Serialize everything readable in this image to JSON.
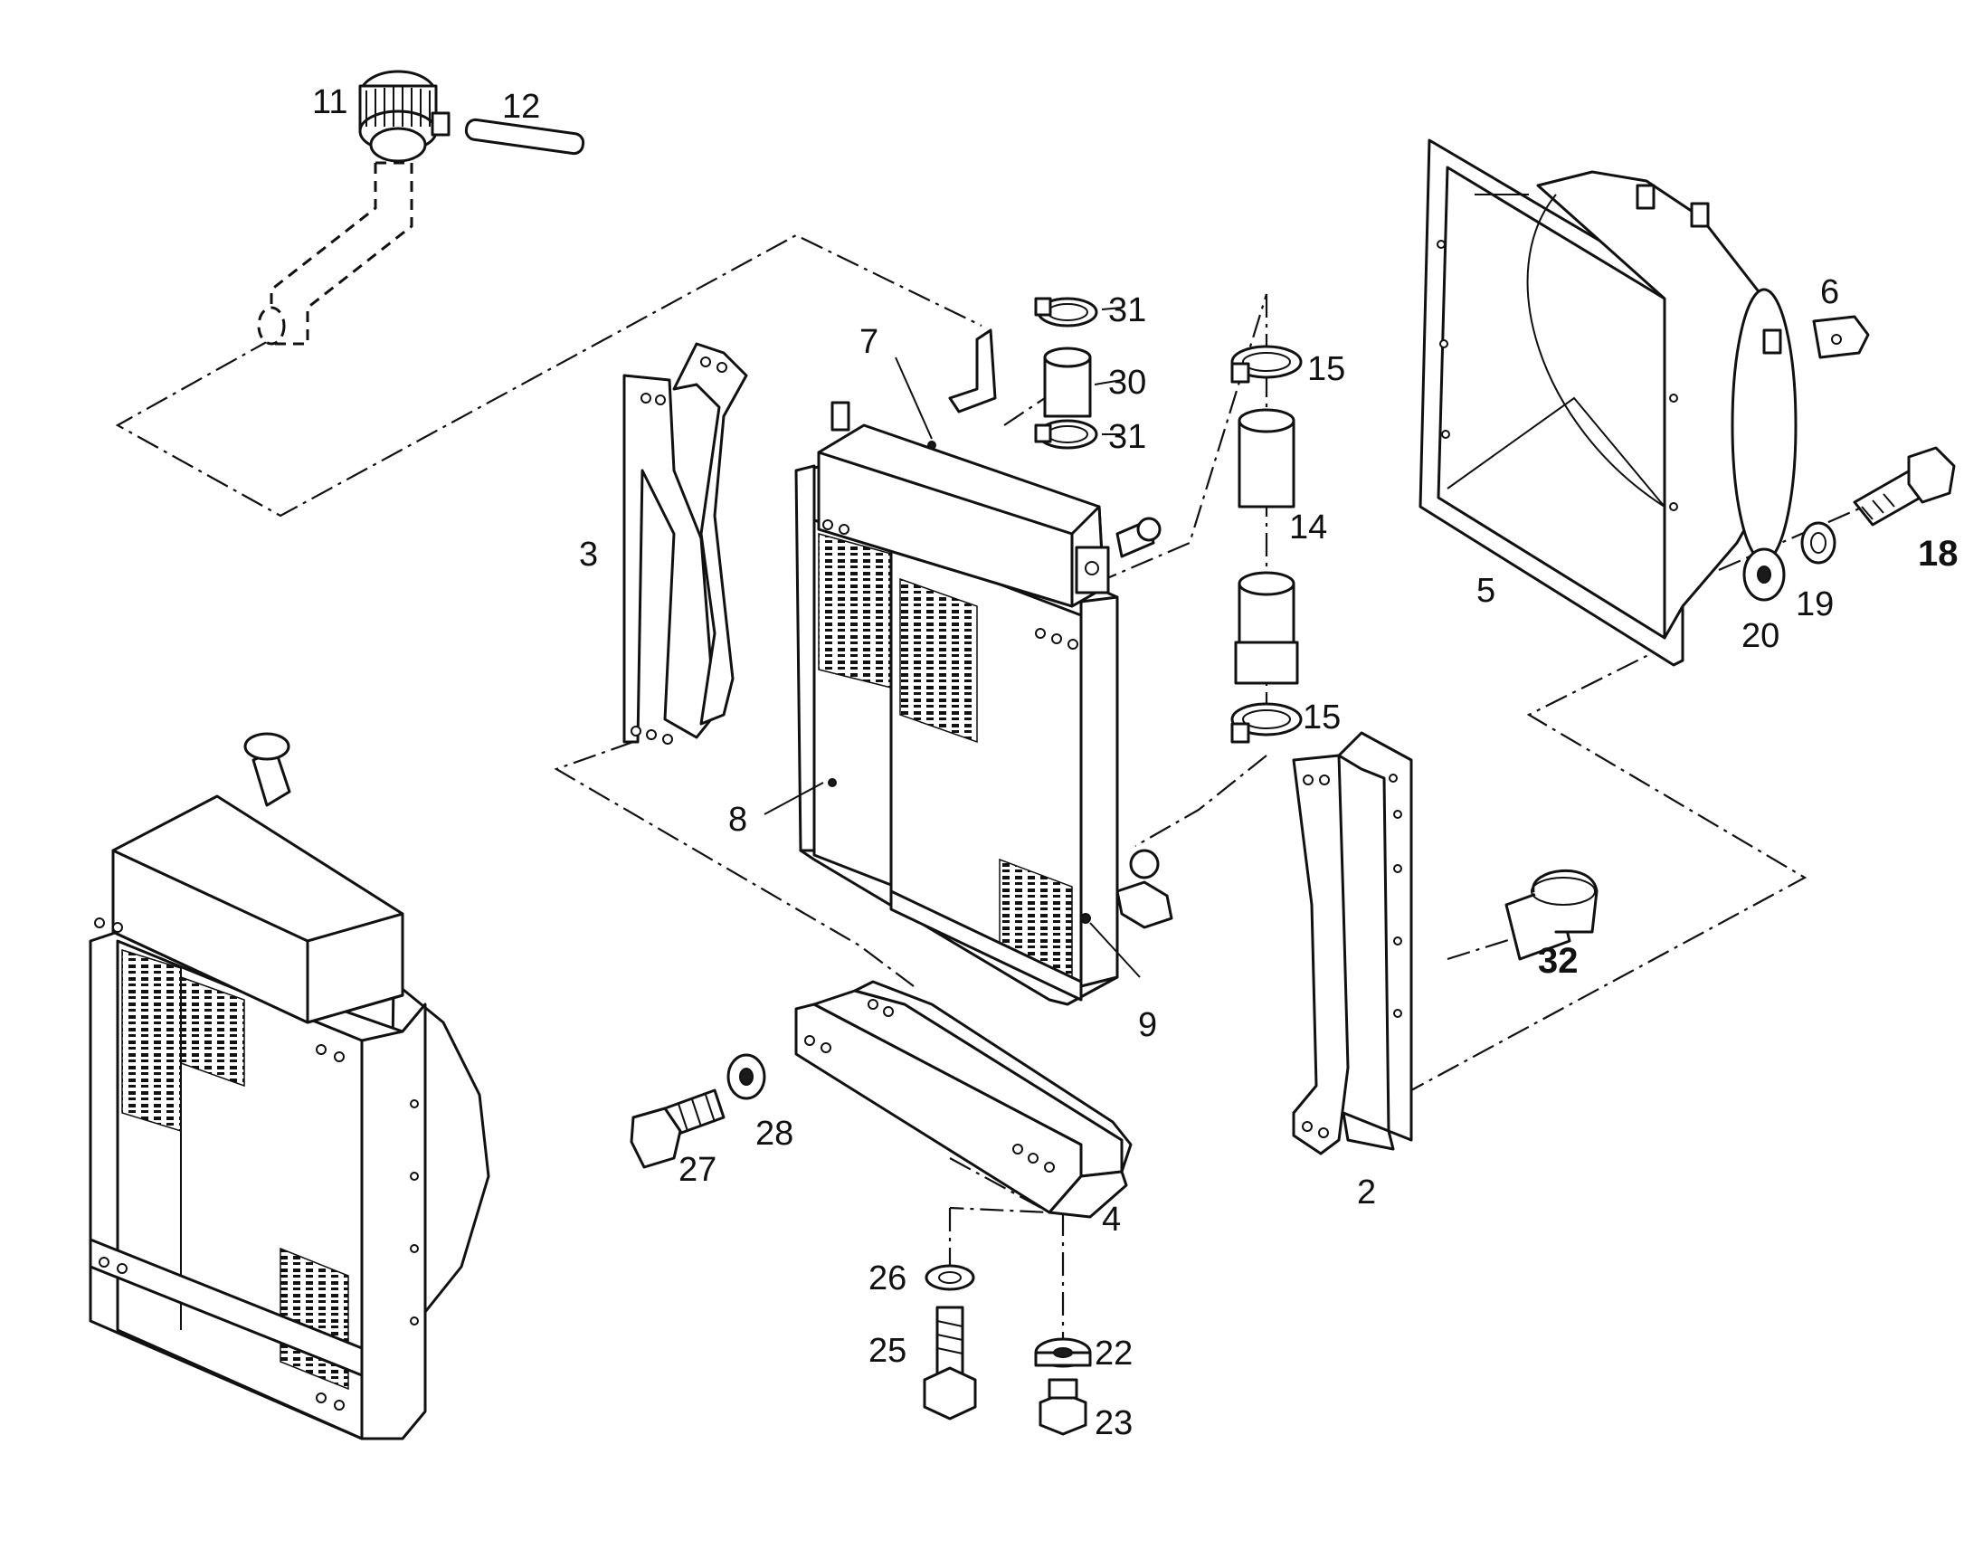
{
  "callouts": {
    "c2": "2",
    "c3": "3",
    "c4": "4",
    "c5": "5",
    "c6": "6",
    "c7": "7",
    "c8": "8",
    "c9": "9",
    "c11": "11",
    "c12": "12",
    "c14": "14",
    "c15a": "15",
    "c15b": "15",
    "c18": "18",
    "c19": "19",
    "c20": "20",
    "c22": "22",
    "c23": "23",
    "c25": "25",
    "c26": "26",
    "c27": "27",
    "c28": "28",
    "c30": "30",
    "c31a": "31",
    "c31b": "31",
    "c32": "32"
  },
  "colors": {
    "ink": "#111111",
    "paper": "#ffffff"
  }
}
